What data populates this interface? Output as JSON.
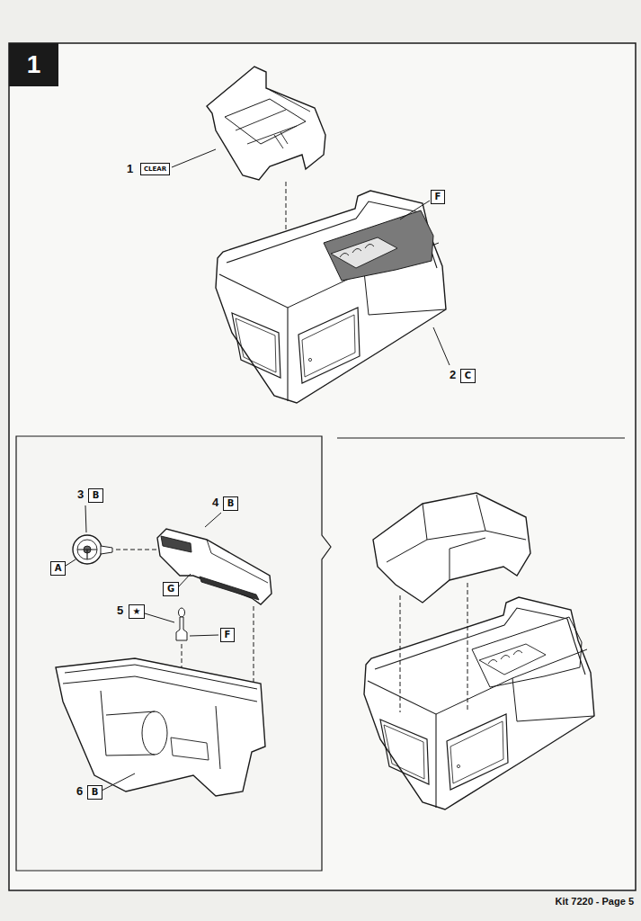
{
  "diagram": {
    "nodes": [
      {
        "text": [
          "1"
        ]
      },
      {
        "text": [
          "CLEAR"
        ]
      },
      {
        "text": [
          "F"
        ]
      },
      {
        "text": [
          "C"
        ]
      },
      {
        "text": [
          "B"
        ]
      },
      {
        "text": [
          "B"
        ]
      },
      {
        "text": [
          "A"
        ]
      },
      {
        "text": [
          "G"
        ]
      },
      {
        "text": [
          "★"
        ]
      },
      {
        "text": [
          "F"
        ]
      },
      {
        "text": [
          "B"
        ]
      }
    ],
    "labels": [
      "1",
      "2",
      "3",
      "4",
      "5",
      "6",
      "Kit 7220 - Page 5"
    ]
  }
}
